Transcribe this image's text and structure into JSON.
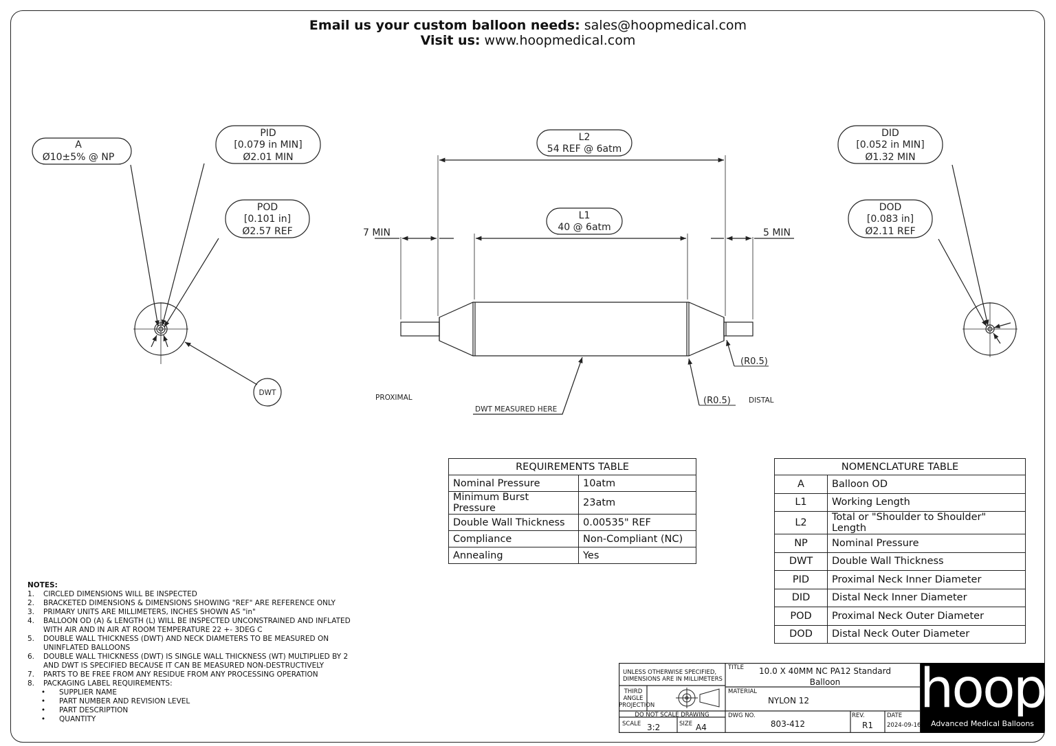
{
  "header": {
    "email_label": "Email us your custom balloon needs:",
    "email": "sales@hoopmedical.com",
    "visit_label": "Visit us:",
    "url": "www.hoopmedical.com"
  },
  "callouts": {
    "A": {
      "name": "A",
      "line1": "Ø10±5% @ NP"
    },
    "PID": {
      "name": "PID",
      "line1": "[0.079 in MIN]",
      "line2": "Ø2.01 MIN"
    },
    "POD": {
      "name": "POD",
      "line1": "[0.101 in]",
      "line2": "Ø2.57 REF"
    },
    "L2": {
      "name": "L2",
      "line1": "54 REF @ 6atm"
    },
    "L1": {
      "name": "L1",
      "line1": "40 @ 6atm"
    },
    "DID": {
      "name": "DID",
      "line1": "[0.052 in MIN]",
      "line2": "Ø1.32 MIN"
    },
    "DOD": {
      "name": "DOD",
      "line1": "[0.083 in]",
      "line2": "Ø2.11 REF"
    },
    "DWT": "DWT"
  },
  "labels": {
    "min7": "7 MIN",
    "min5": "5 MIN",
    "proximal": "PROXIMAL",
    "distal": "DISTAL",
    "dwt_here": "DWT MEASURED HERE",
    "r05_a": "(R0.5)",
    "r05_b": "(R0.5)"
  },
  "requirements": {
    "title": "REQUIREMENTS TABLE",
    "rows": [
      [
        "Nominal Pressure",
        "10atm"
      ],
      [
        "Minimum Burst Pressure",
        "23atm"
      ],
      [
        "Double Wall Thickness",
        "0.00535\" REF"
      ],
      [
        "Compliance",
        "Non-Compliant (NC)"
      ],
      [
        "Annealing",
        "Yes"
      ]
    ]
  },
  "nomenclature": {
    "title": "NOMENCLATURE TABLE",
    "rows": [
      [
        "A",
        "Balloon OD"
      ],
      [
        "L1",
        "Working Length"
      ],
      [
        "L2",
        "Total or \"Shoulder to Shoulder\" Length"
      ],
      [
        "NP",
        "Nominal Pressure"
      ],
      [
        "DWT",
        "Double Wall Thickness"
      ],
      [
        "PID",
        "Proximal Neck Inner Diameter"
      ],
      [
        "DID",
        "Distal Neck Inner Diameter"
      ],
      [
        "POD",
        "Proximal Neck Outer Diameter"
      ],
      [
        "DOD",
        "Distal Neck Outer Diameter"
      ]
    ]
  },
  "notes": {
    "title": "NOTES:",
    "items": [
      [
        "1.",
        "CIRCLED DIMENSIONS WILL BE INSPECTED"
      ],
      [
        "2.",
        "BRACKETED DIMENSIONS & DIMENSIONS SHOWING \"REF\" ARE REFERENCE ONLY"
      ],
      [
        "3.",
        "PRIMARY UNITS ARE MILLIMETERS, INCHES SHOWN AS \"in\""
      ],
      [
        "4.",
        "BALLOON OD (A) & LENGTH (L) WILL BE INSPECTED UNCONSTRAINED AND INFLATED"
      ],
      [
        "",
        "WITH AIR AND IN AIR AT ROOM TEMPERATURE 22 +- 3DEG C"
      ],
      [
        "5.",
        "DOUBLE WALL THICKNESS (DWT) AND NECK DIAMETERS TO BE MEASURED ON"
      ],
      [
        "",
        "UNINFLATED BALLOONS"
      ],
      [
        "6.",
        "DOUBLE WALL THICKNESS (DWT) IS SINGLE WALL THICKNESS (WT) MULTIPLIED BY 2"
      ],
      [
        "",
        "AND DWT IS SPECIFIED BECAUSE IT CAN BE MEASURED NON-DESTRUCTIVELY"
      ],
      [
        "7.",
        "PARTS TO BE FREE FROM ANY RESIDUE  FROM ANY PROCESSING OPERATION"
      ],
      [
        "8.",
        "PACKAGING LABEL REQUIREMENTS:"
      ]
    ],
    "bullets": [
      "SUPPLIER NAME",
      "PART NUMBER AND REVISION LEVEL",
      "PART DESCRIPTION",
      "QUANTITY"
    ]
  },
  "title_block": {
    "unless": "UNLESS OTHERWISE SPECIFIED,",
    "dims": "DIMENSIONS ARE IN MILLIMETERS",
    "proj1": "THIRD",
    "proj2": "ANGLE",
    "proj3": "PROJECTION",
    "noscale": "DO NOT SCALE DRAWING",
    "scale_label": "SCALE",
    "scale": "3:2",
    "size_label": "SIZE",
    "size": "A4",
    "title_label": "TITLE",
    "title1": "10.0 X 40MM NC PA12 Standard",
    "title2": "Balloon",
    "material_label": "MATERIAL",
    "material": "NYLON 12",
    "dwg_label": "DWG NO.",
    "dwg": "803-412",
    "rev_label": "REV.",
    "rev": "R1",
    "date_label": "DATE",
    "date": "2024-09-16"
  },
  "logo": {
    "wordmark": "hoop",
    "tagline": "Advanced Medical Balloons"
  }
}
